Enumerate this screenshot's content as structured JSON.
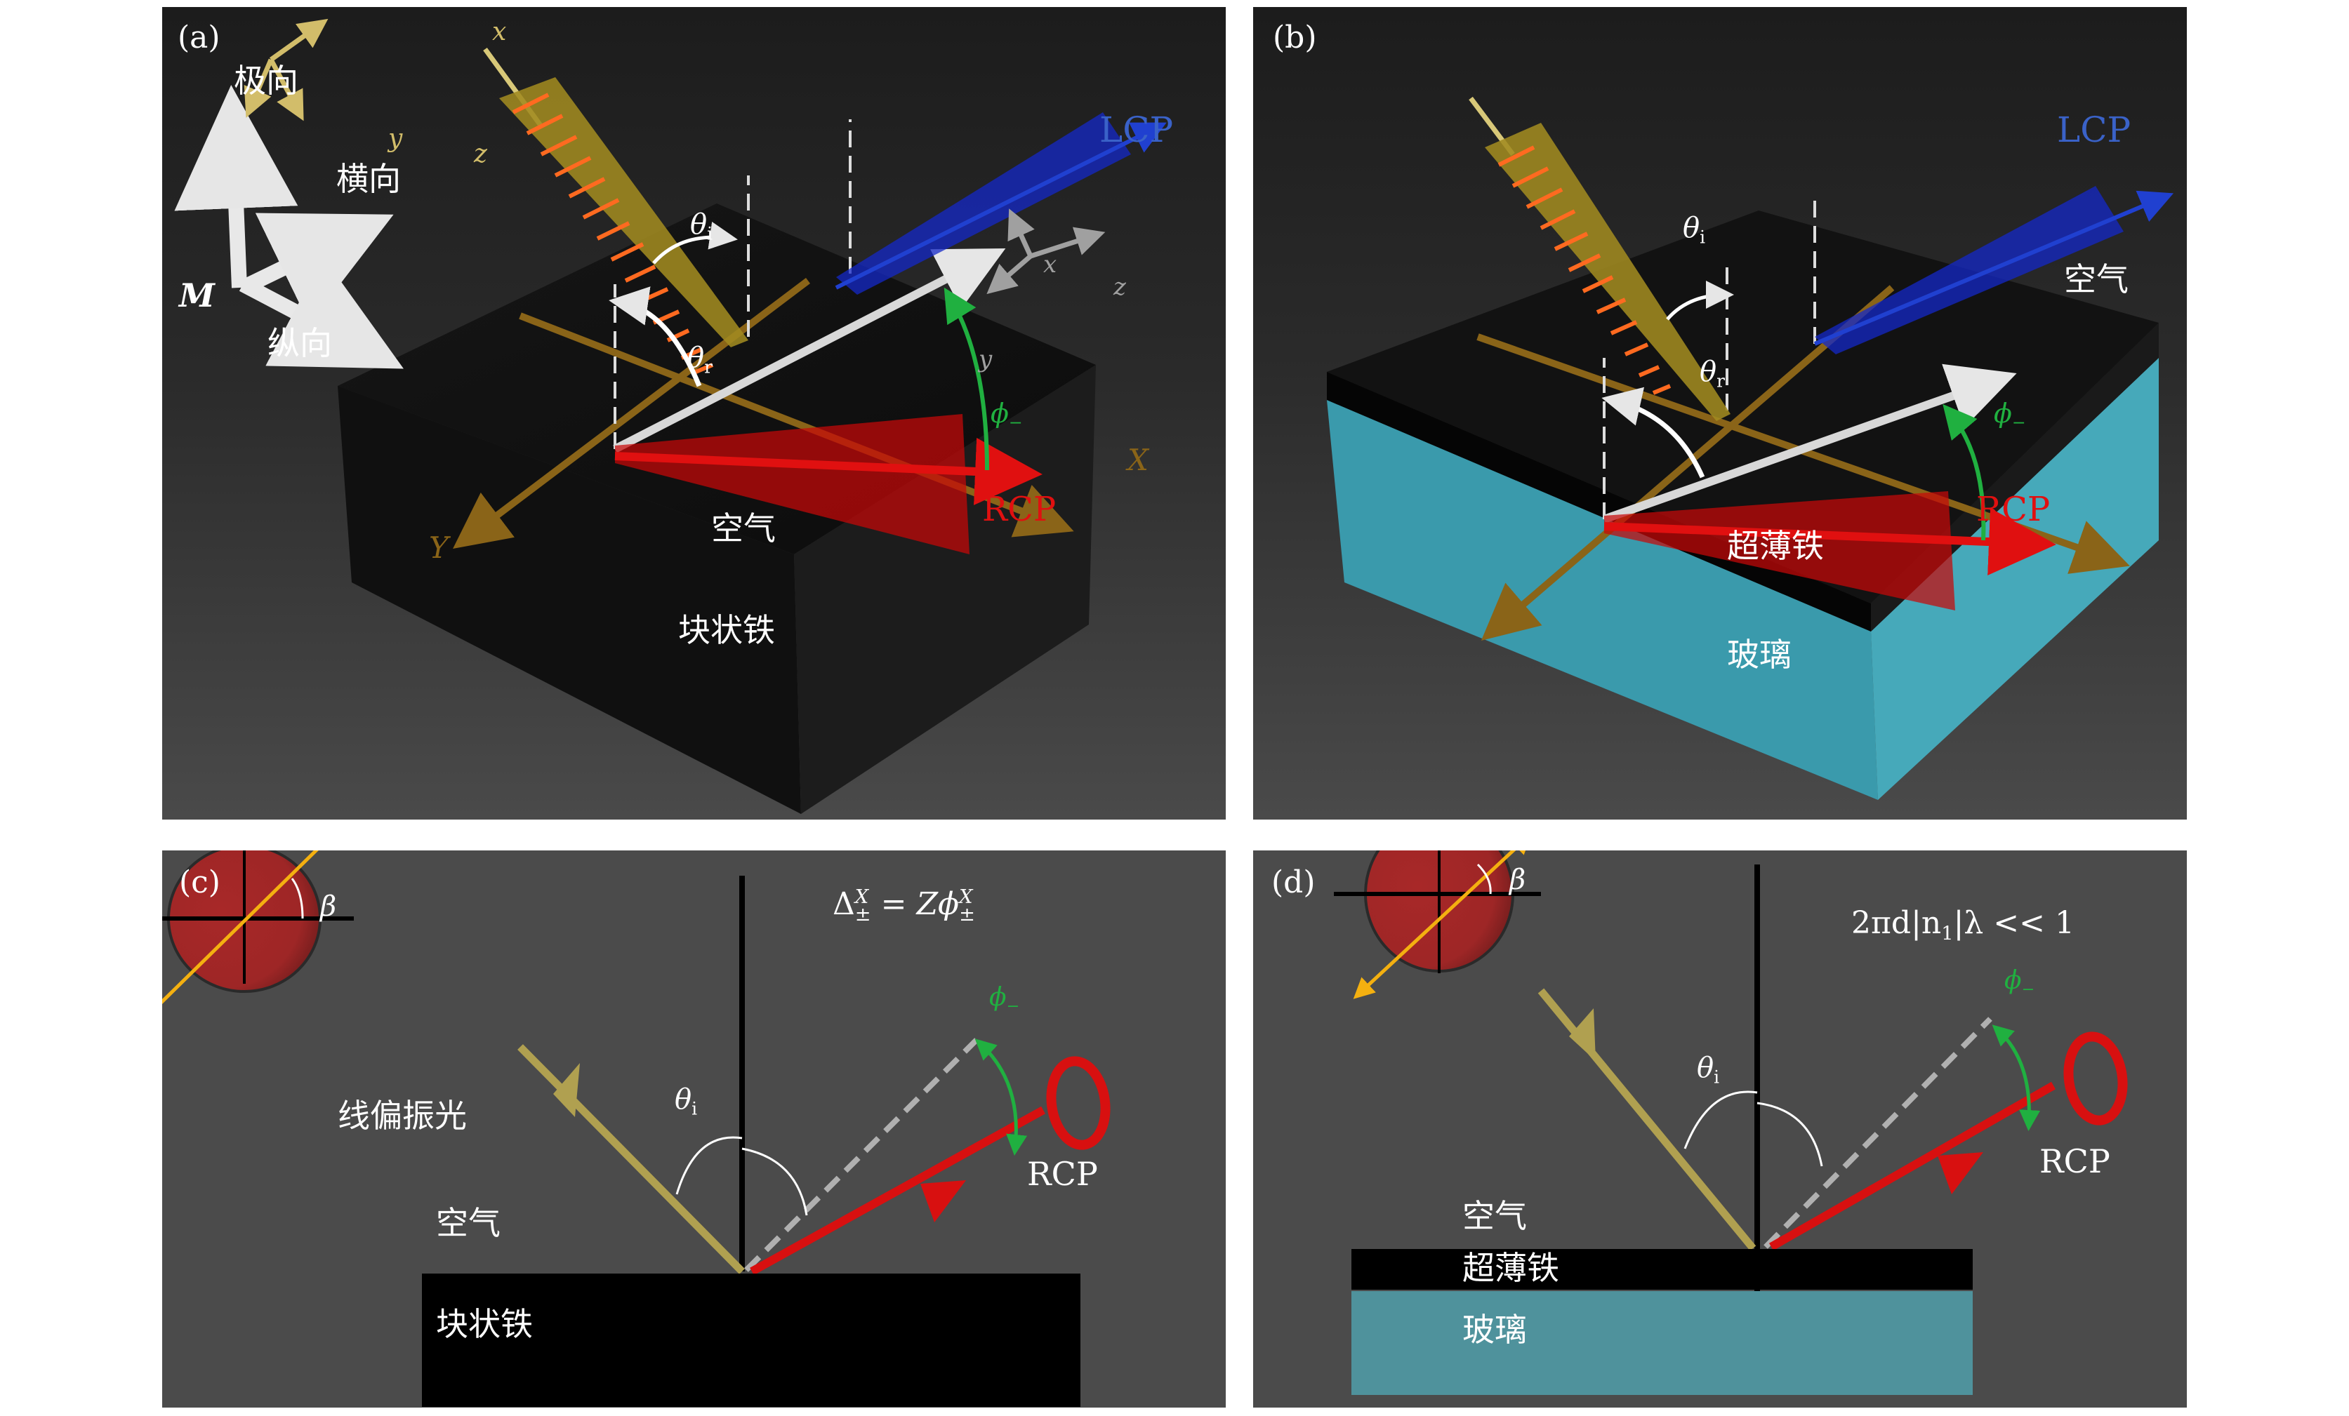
{
  "figure": {
    "colors": {
      "panel_dark": "#1e1e1e",
      "panel_gray": "#4b4b4b",
      "bulk_iron": "#0d0d0d",
      "glass_3d": "#3fa3b5",
      "glass_2d": "#4f929c",
      "lab_axis": "#8a6418",
      "incident_beam": "#b8a552",
      "rcp": "#e01010",
      "lcp": "#2040d0",
      "lcp_label": "#3a62c8",
      "angle_phi": "#20b040",
      "polarization_arrow": "#f4b010",
      "ellipse": "#a52828",
      "beam_frame_axes_a": "#d2bd6a",
      "reflected_frame_axes": "#a0a0a0"
    },
    "panels": [
      {
        "id": "a",
        "label": "(a)",
        "magnetization_label": "M",
        "orientations": {
          "polar": "极向",
          "transverse": "横向",
          "longitudinal": "纵向"
        },
        "incident_frame": {
          "x": "x",
          "y": "y",
          "z": "z"
        },
        "reflected_frame": {
          "x": "x",
          "y": "y",
          "z": "z"
        },
        "angles": {
          "incident": "θ",
          "incident_sub": "i",
          "reflected": "θ",
          "reflected_sub": "r",
          "phi": "ϕ",
          "phi_sub": "−"
        },
        "beams": {
          "lcp": "LCP",
          "rcp": "RCP"
        },
        "lab_axes": {
          "X": "X",
          "Y": "Y"
        },
        "media": {
          "upper": "空气",
          "lower": "块状铁"
        }
      },
      {
        "id": "b",
        "label": "(b)",
        "angles": {
          "incident": "θ",
          "incident_sub": "i",
          "reflected": "θ",
          "reflected_sub": "r",
          "phi": "ϕ",
          "phi_sub": "−"
        },
        "beams": {
          "lcp": "LCP",
          "rcp": "RCP"
        },
        "media": {
          "upper": "空气",
          "film": "超薄铁",
          "substrate": "玻璃"
        }
      },
      {
        "id": "c",
        "label": "(c)",
        "polarization_angle": "β",
        "equation": {
          "lhs": "Δ",
          "lhs_sup": "X",
          "lhs_sub": "±",
          "eq": " = ",
          "rhs": "Zϕ",
          "rhs_sup": "X",
          "rhs_sub": "±"
        },
        "incident_label": "线偏振光",
        "angles": {
          "incident": "θ",
          "incident_sub": "i",
          "phi": "ϕ",
          "phi_sub": "−"
        },
        "beams": {
          "rcp": "RCP"
        },
        "media": {
          "upper": "空气",
          "lower": "块状铁"
        }
      },
      {
        "id": "d",
        "label": "(d)",
        "polarization_angle": "β",
        "condition": {
          "prefix": "2πd|n",
          "sub": "1",
          "suffix": "|λ << 1"
        },
        "angles": {
          "incident": "θ",
          "incident_sub": "i",
          "phi": "ϕ",
          "phi_sub": "−"
        },
        "beams": {
          "rcp": "RCP"
        },
        "media": {
          "upper": "空气",
          "film": "超薄铁",
          "substrate": "玻璃"
        }
      }
    ]
  }
}
